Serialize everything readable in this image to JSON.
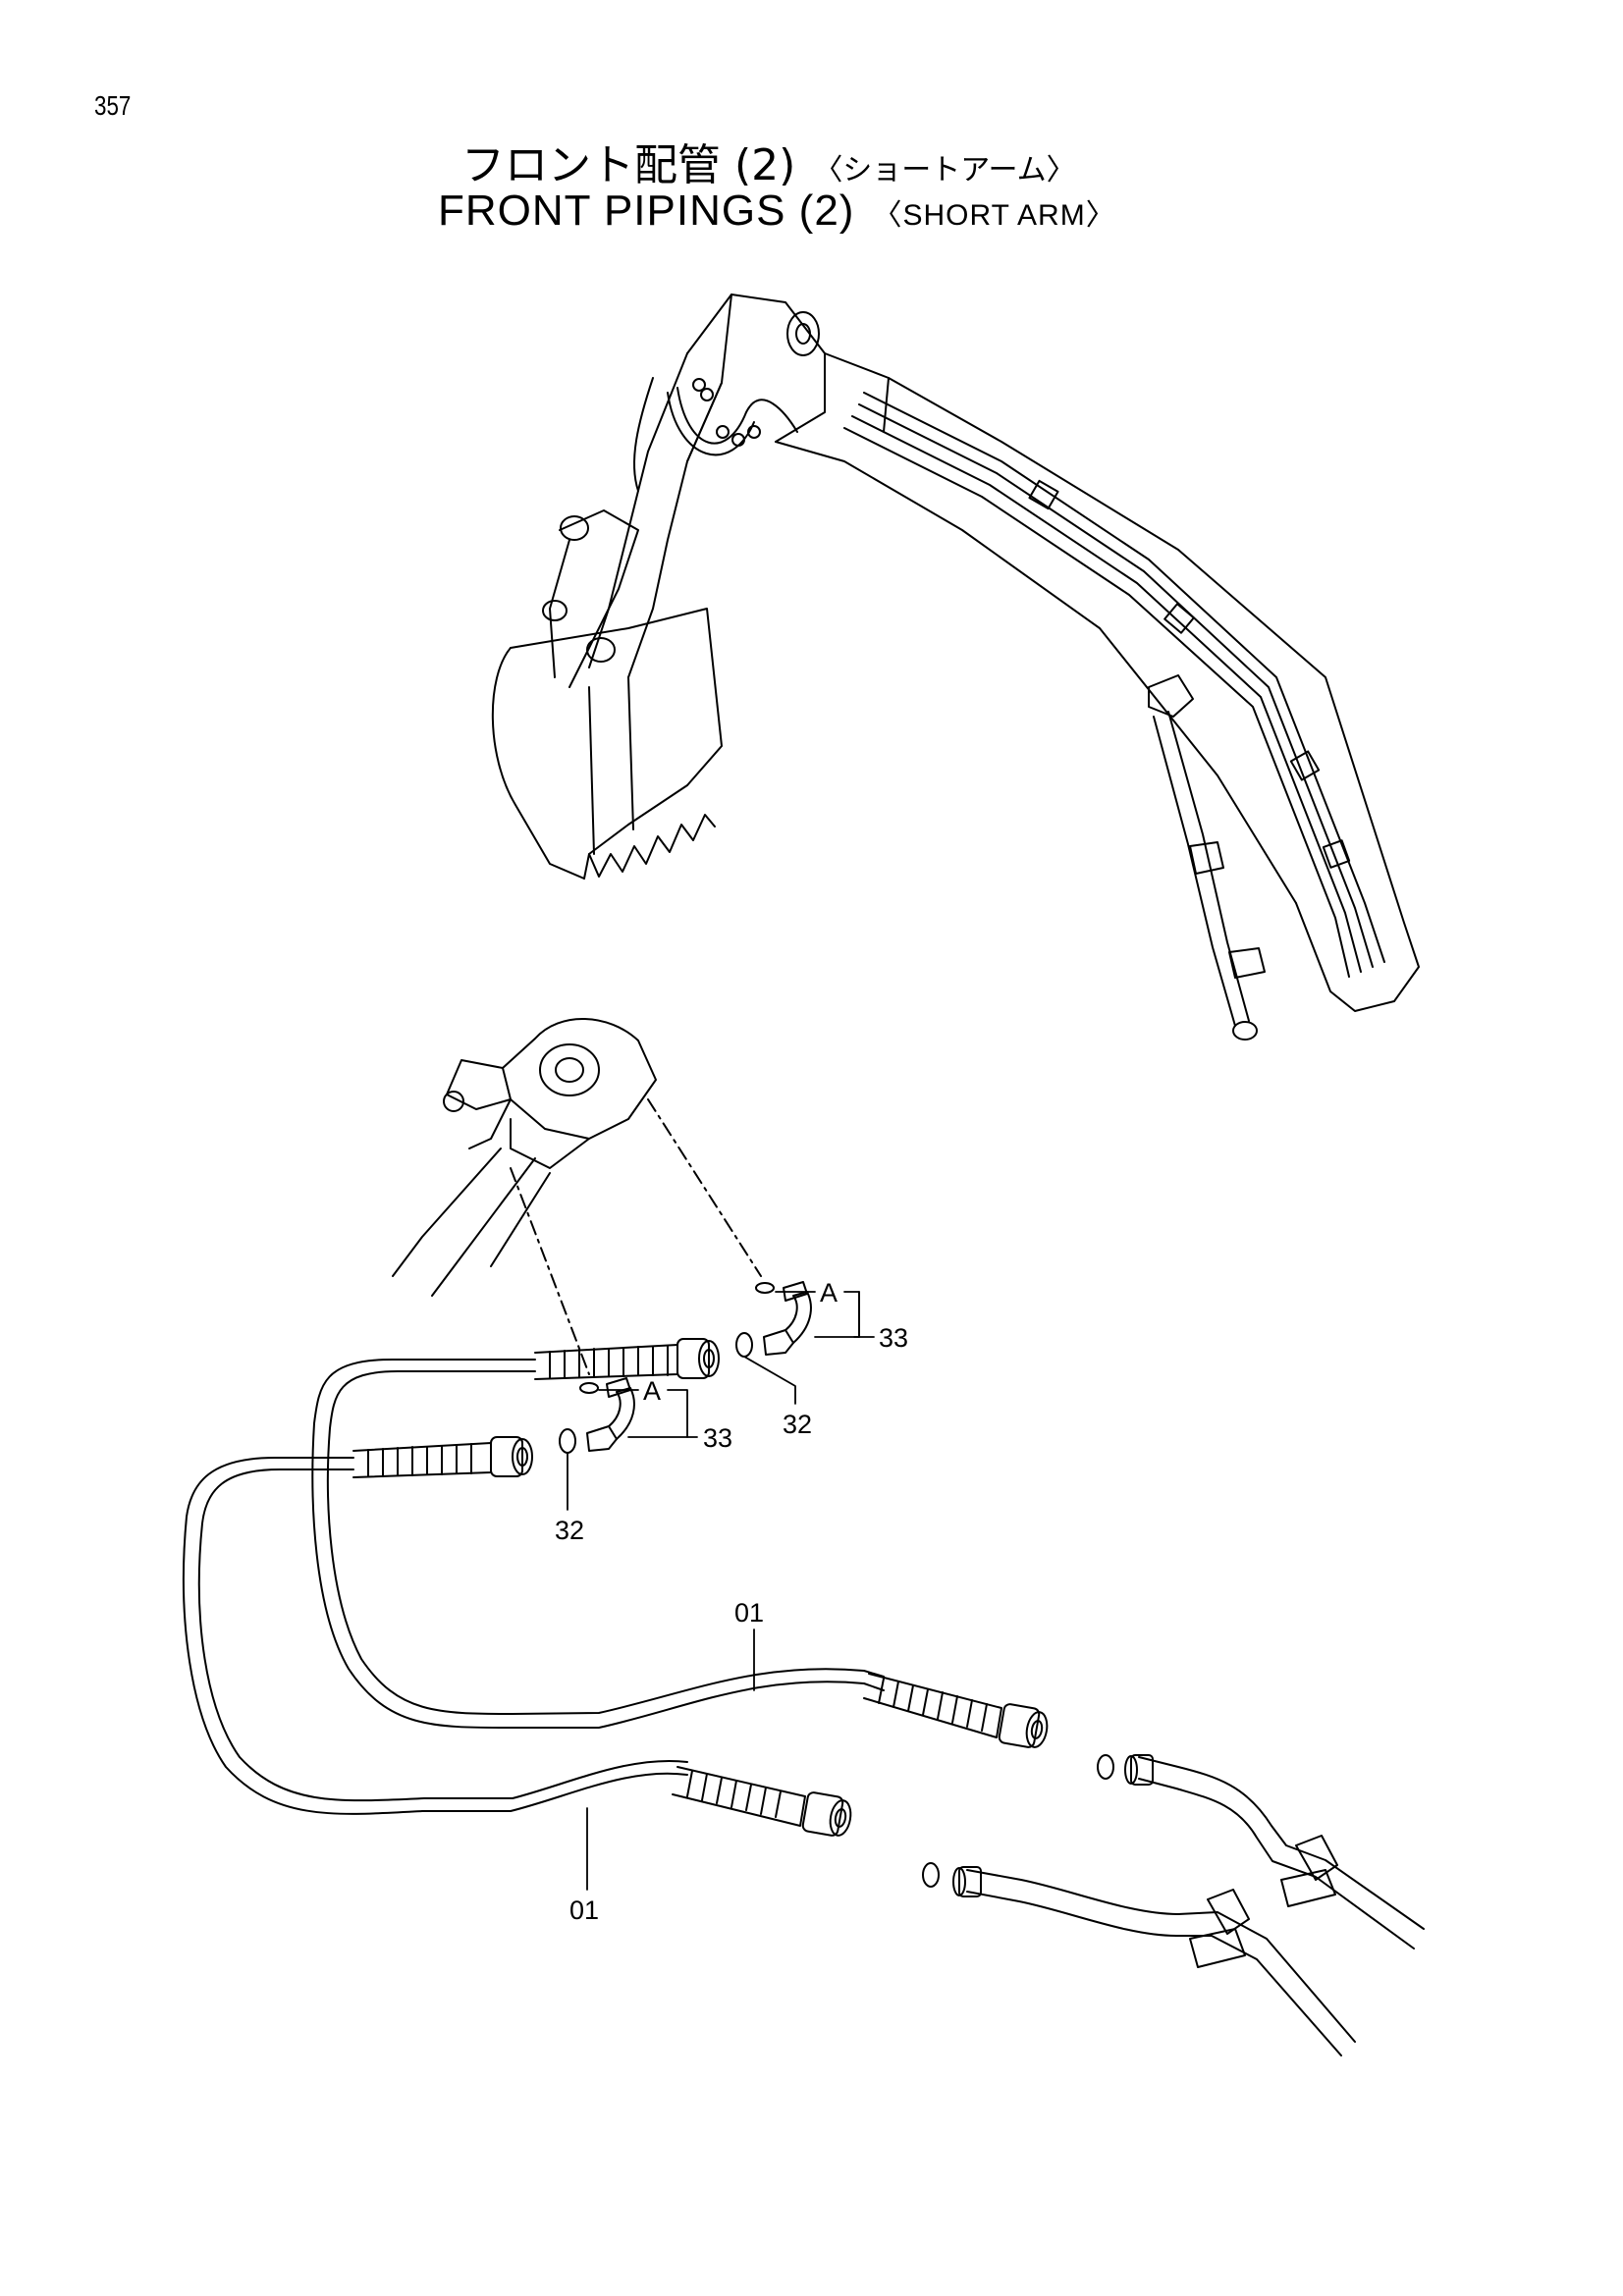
{
  "page_number": "357",
  "title": {
    "jp_main": "フロント配管 (2)",
    "jp_sub": "〈ショートアーム〉",
    "en_main": "FRONT PIPINGS (2)",
    "en_sub": "〈SHORT ARM〉"
  },
  "callouts": {
    "a_upper": "A",
    "a_lower": "A",
    "p33_upper": "33",
    "p33_lower": "33",
    "p32_upper": "32",
    "p32_lower": "32",
    "p01_upper": "01",
    "p01_lower": "01"
  }
}
